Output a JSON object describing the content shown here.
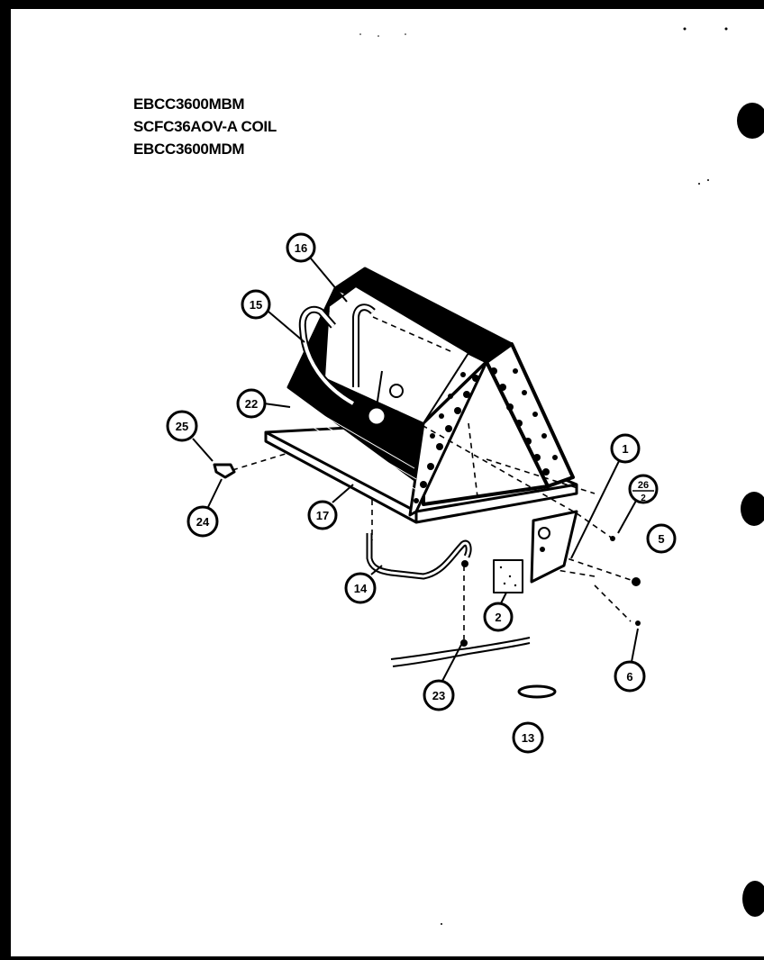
{
  "header": {
    "lines": [
      "EBCC3600MBM",
      "SCFC36AOV-A COIL",
      "EBCC3600MDM"
    ]
  },
  "diagram": {
    "callouts": [
      {
        "id": "16",
        "label": "16"
      },
      {
        "id": "15",
        "label": "15"
      },
      {
        "id": "22",
        "label": "22"
      },
      {
        "id": "25",
        "label": "25"
      },
      {
        "id": "24",
        "label": "24"
      },
      {
        "id": "17",
        "label": "17"
      },
      {
        "id": "1",
        "label": "1"
      },
      {
        "id": "26",
        "label": "26",
        "sublabel": "2"
      },
      {
        "id": "5",
        "label": "5"
      },
      {
        "id": "14",
        "label": "14"
      },
      {
        "id": "2",
        "label": "2"
      },
      {
        "id": "6",
        "label": "6"
      },
      {
        "id": "23",
        "label": "23"
      },
      {
        "id": "13",
        "label": "13"
      }
    ]
  },
  "colors": {
    "ink": "#000000",
    "paper": "#ffffff",
    "frame": "#000000"
  }
}
